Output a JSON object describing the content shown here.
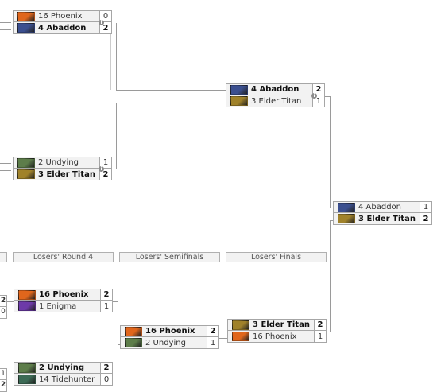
{
  "colors": {
    "phoenix": "#e0661c",
    "abaddon": "#3b4f8f",
    "elder_titan": "#a0822a",
    "undying": "#5d7d4a",
    "enigma": "#6d3aa8",
    "tidehunter": "#3c6a55"
  },
  "headers": {
    "partial_left": "",
    "losers_round_4": "Losers' Round 4",
    "losers_semifinals": "Losers' Semifinals",
    "losers_finals": "Losers' Finals"
  },
  "info_glyph": "i",
  "matches": {
    "wb_m1": {
      "top": {
        "name": "16 Phoenix",
        "score": "0",
        "hero": "phoenix"
      },
      "bottom": {
        "name": "4 Abaddon",
        "score": "2",
        "hero": "abaddon"
      }
    },
    "wb_m2": {
      "top": {
        "name": "2 Undying",
        "score": "1",
        "hero": "undying"
      },
      "bottom": {
        "name": "3 Elder Titan",
        "score": "2",
        "hero": "elder_titan"
      }
    },
    "wb_final": {
      "top": {
        "name": "4 Abaddon",
        "score": "2",
        "hero": "abaddon"
      },
      "bottom": {
        "name": "3 Elder Titan",
        "score": "1",
        "hero": "elder_titan"
      }
    },
    "grand_final": {
      "top": {
        "name": "4 Abaddon",
        "score": "1",
        "hero": "abaddon"
      },
      "bottom": {
        "name": "3 Elder Titan",
        "score": "2",
        "hero": "elder_titan"
      }
    },
    "lr4_m1": {
      "top": {
        "name": "16 Phoenix",
        "score": "2",
        "hero": "phoenix"
      },
      "bottom": {
        "name": "1 Enigma",
        "score": "1",
        "hero": "enigma"
      }
    },
    "lr4_m2": {
      "top": {
        "name": "2 Undying",
        "score": "2",
        "hero": "undying"
      },
      "bottom": {
        "name": "14 Tidehunter",
        "score": "0",
        "hero": "tidehunter"
      }
    },
    "lsf": {
      "top": {
        "name": "16 Phoenix",
        "score": "2",
        "hero": "phoenix"
      },
      "bottom": {
        "name": "2 Undying",
        "score": "1",
        "hero": "undying"
      }
    },
    "lf": {
      "top": {
        "name": "3 Elder Titan",
        "score": "2",
        "hero": "elder_titan"
      },
      "bottom": {
        "name": "16 Phoenix",
        "score": "1",
        "hero": "phoenix"
      }
    }
  },
  "edge_scores": {
    "lr3_m1_top": "2",
    "lr3_m1_bottom": "0",
    "lr3_m2_top": "1",
    "lr3_m2_bottom": "2"
  }
}
